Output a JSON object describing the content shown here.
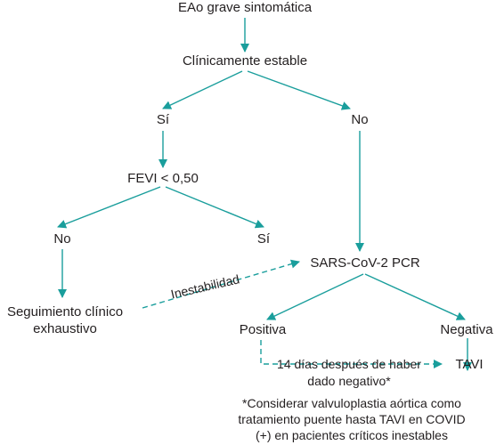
{
  "nodes": {
    "start": "EAo grave sintomática",
    "stable": "Clínicamente estable",
    "yes1": "Sí",
    "no1": "No",
    "fevi": "FEVI < 0,50",
    "no2": "No",
    "yes2": "Sí",
    "pcr": "SARS-CoV-2 PCR",
    "follow_line1": "Seguimiento clínico",
    "follow_line2": "exhaustivo",
    "positive": "Positiva",
    "negative": "Negativa",
    "tavi": "TAVI"
  },
  "edge_labels": {
    "instability": "Inestabilidad",
    "days_line1": "14 días después de haber",
    "days_line2": "dado negativo*"
  },
  "footnote": {
    "line1": "*Considerar valvuloplastia aórtica como",
    "line2": "tratamiento puente hasta TAVI en COVID",
    "line3": "(+) en pacientes críticos inestables"
  },
  "colors": {
    "arrow": "#1a9e9c",
    "text": "#231f20"
  }
}
